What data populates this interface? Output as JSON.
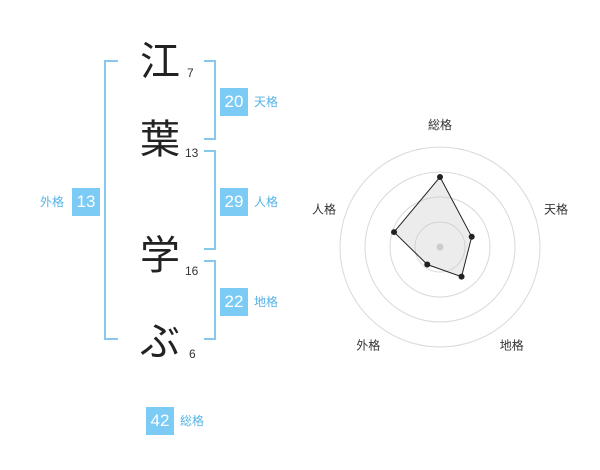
{
  "name": {
    "characters": [
      {
        "char": "江",
        "strokes": "7"
      },
      {
        "char": "葉",
        "strokes": "13"
      },
      {
        "char": "学",
        "strokes": "16"
      },
      {
        "char": "ぶ",
        "strokes": "6"
      }
    ]
  },
  "fortunes": {
    "tenkaku": {
      "value": "20",
      "label": "天格"
    },
    "jinkaku": {
      "value": "29",
      "label": "人格"
    },
    "chikaku": {
      "value": "22",
      "label": "地格"
    },
    "gaikaku": {
      "value": "13",
      "label": "外格"
    },
    "soukaku": {
      "value": "42",
      "label": "総格"
    }
  },
  "colors": {
    "accent": "#7ccbf5",
    "bracket": "#86c8ee",
    "label": "#55b3e6"
  },
  "chart_data": {
    "type": "radar",
    "axes": [
      "総格",
      "天格",
      "地格",
      "外格",
      "人格"
    ],
    "values": [
      42,
      20,
      22,
      13,
      29
    ],
    "levels": 4
  }
}
